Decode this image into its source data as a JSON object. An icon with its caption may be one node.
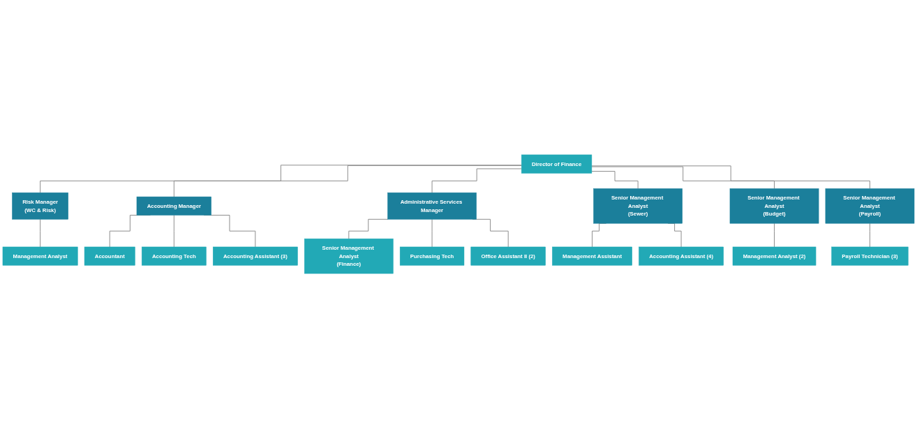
{
  "diagram": {
    "nodes": [
      {
        "text": [
          "Director of Finance"
        ]
      },
      {
        "text": [
          "Risk Manager",
          "(WC & Risk)"
        ]
      },
      {
        "text": [
          "Accounting Manager"
        ]
      },
      {
        "text": [
          "Administrative Services Manager"
        ]
      },
      {
        "text": [
          "Senior Management Analyst",
          "(Sewer)"
        ]
      },
      {
        "text": [
          "Senior Management Analyst",
          "(Budget)"
        ]
      },
      {
        "text": [
          "Senior Management Analyst",
          "(Payroll)"
        ]
      },
      {
        "text": [
          "Management Analyst"
        ]
      },
      {
        "text": [
          "Accountant"
        ]
      },
      {
        "text": [
          "Accounting Tech"
        ]
      },
      {
        "text": [
          "Accounting Assistant (3)"
        ]
      },
      {
        "text": [
          "Senior Management Analyst",
          "(Finance)"
        ]
      },
      {
        "text": [
          "Purchasing Tech"
        ]
      },
      {
        "text": [
          "Office Assistant II (2)"
        ]
      },
      {
        "text": [
          "Management Assistant"
        ]
      },
      {
        "text": [
          "Accounting Assistant (4)"
        ]
      },
      {
        "text": [
          "Management Analyst (2)"
        ]
      },
      {
        "text": [
          "Payroll Technician (3)"
        ]
      }
    ],
    "edges": [
      {
        "from": 0,
        "to": 1,
        "arrow": "none"
      },
      {
        "from": 0,
        "to": 2,
        "arrow": "none"
      },
      {
        "from": 0,
        "to": 3,
        "arrow": "none"
      },
      {
        "from": 0,
        "to": 4,
        "arrow": "none"
      },
      {
        "from": 0,
        "to": 5,
        "arrow": "none"
      },
      {
        "from": 0,
        "to": 6,
        "arrow": "none"
      },
      {
        "from": 1,
        "to": 7,
        "arrow": "none"
      },
      {
        "from": 2,
        "to": 8,
        "arrow": "none"
      },
      {
        "from": 2,
        "to": 9,
        "arrow": "none"
      },
      {
        "from": 2,
        "to": 10,
        "arrow": "none"
      },
      {
        "from": 3,
        "to": 11,
        "arrow": "none"
      },
      {
        "from": 3,
        "to": 12,
        "arrow": "none"
      },
      {
        "from": 3,
        "to": 13,
        "arrow": "none"
      },
      {
        "from": 4,
        "to": 14,
        "arrow": "none"
      },
      {
        "from": 4,
        "to": 15,
        "arrow": "none"
      },
      {
        "from": 5,
        "to": 16,
        "arrow": "none"
      },
      {
        "from": 6,
        "to": 17,
        "arrow": "none"
      }
    ]
  }
}
